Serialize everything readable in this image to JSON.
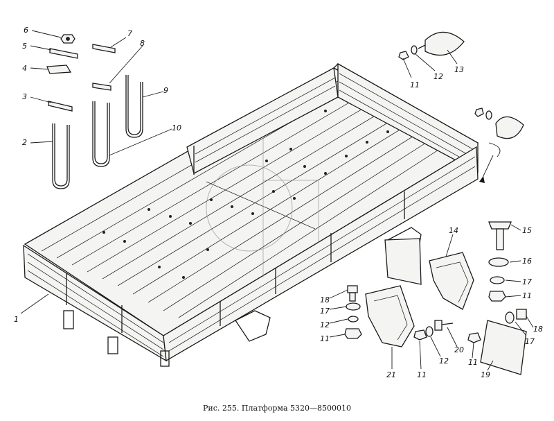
{
  "caption": "Рис. 255. Платформа 5320—8500010",
  "callouts": [
    {
      "id": "c1",
      "text": "1"
    },
    {
      "id": "c2",
      "text": "2"
    },
    {
      "id": "c3",
      "text": "3"
    },
    {
      "id": "c4",
      "text": "4"
    },
    {
      "id": "c5",
      "text": "5"
    },
    {
      "id": "c6",
      "text": "6"
    },
    {
      "id": "c7",
      "text": "7"
    },
    {
      "id": "c8",
      "text": "8"
    },
    {
      "id": "c9",
      "text": "9"
    },
    {
      "id": "c10",
      "text": "10"
    },
    {
      "id": "c11a",
      "text": "11"
    },
    {
      "id": "c12a",
      "text": "12"
    },
    {
      "id": "c13",
      "text": "13"
    },
    {
      "id": "c14",
      "text": "14"
    },
    {
      "id": "c15",
      "text": "15"
    },
    {
      "id": "c16",
      "text": "16"
    },
    {
      "id": "c17a",
      "text": "17"
    },
    {
      "id": "c11b",
      "text": "11"
    },
    {
      "id": "c18a",
      "text": "18"
    },
    {
      "id": "c17b",
      "text": "17"
    },
    {
      "id": "c12b",
      "text": "12"
    },
    {
      "id": "c11c",
      "text": "11"
    },
    {
      "id": "c21",
      "text": "21"
    },
    {
      "id": "c11d",
      "text": "11"
    },
    {
      "id": "c12c",
      "text": "12"
    },
    {
      "id": "c20",
      "text": "20"
    },
    {
      "id": "c11e",
      "text": "11"
    },
    {
      "id": "c19",
      "text": "19"
    },
    {
      "id": "c17c",
      "text": "17"
    },
    {
      "id": "c18b",
      "text": "18"
    }
  ]
}
